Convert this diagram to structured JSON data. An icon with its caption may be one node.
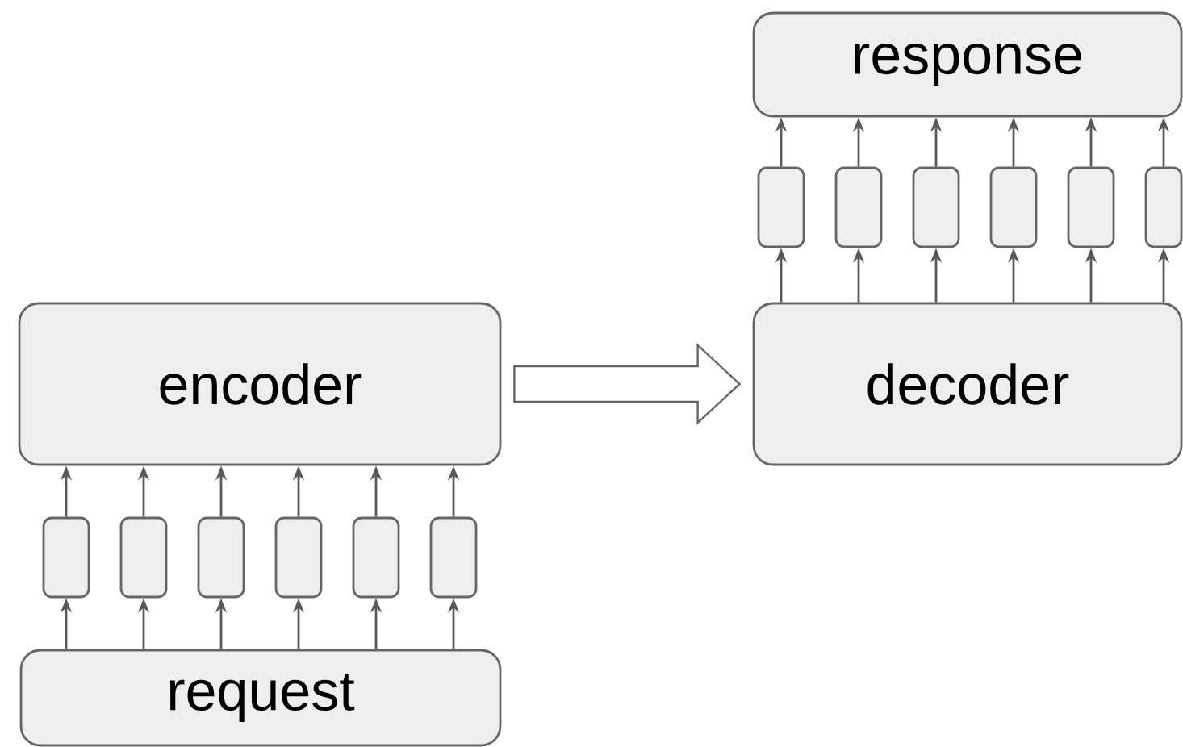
{
  "diagram": {
    "nodes": [
      {
        "text": [
          "response"
        ]
      },
      {
        "text": [],
        "shape": "box"
      },
      {
        "text": [],
        "shape": "box"
      },
      {
        "text": [],
        "shape": "box"
      },
      {
        "text": [],
        "shape": "box"
      },
      {
        "text": [],
        "shape": "box"
      },
      {
        "text": [],
        "shape": "box"
      },
      {
        "text": [
          "encoder"
        ]
      },
      {
        "text": [
          "decoder"
        ]
      },
      {
        "text": [],
        "shape": "box"
      },
      {
        "text": [],
        "shape": "box"
      },
      {
        "text": [],
        "shape": "box"
      },
      {
        "text": [],
        "shape": "box"
      },
      {
        "text": [],
        "shape": "box"
      },
      {
        "text": [],
        "shape": "box"
      },
      {
        "text": [
          "request"
        ]
      }
    ],
    "edges": [
      {
        "from": 8,
        "to": 1,
        "arrow": "to"
      },
      {
        "from": 8,
        "to": 2,
        "arrow": "to"
      },
      {
        "from": 8,
        "to": 3,
        "arrow": "to"
      },
      {
        "from": 8,
        "to": 4,
        "arrow": "to"
      },
      {
        "from": 8,
        "to": 5,
        "arrow": "to"
      },
      {
        "from": 8,
        "to": 6,
        "arrow": "to"
      },
      {
        "from": 1,
        "to": 0,
        "arrow": "to"
      },
      {
        "from": 2,
        "to": 0,
        "arrow": "to"
      },
      {
        "from": 3,
        "to": 0,
        "arrow": "to"
      },
      {
        "from": 4,
        "to": 0,
        "arrow": "to"
      },
      {
        "from": 5,
        "to": 0,
        "arrow": "to"
      },
      {
        "from": 6,
        "to": 0,
        "arrow": "to"
      },
      {
        "from": 15,
        "to": 9,
        "arrow": "to"
      },
      {
        "from": 15,
        "to": 10,
        "arrow": "to"
      },
      {
        "from": 15,
        "to": 11,
        "arrow": "to"
      },
      {
        "from": 15,
        "to": 12,
        "arrow": "to"
      },
      {
        "from": 15,
        "to": 13,
        "arrow": "to"
      },
      {
        "from": 15,
        "to": 14,
        "arrow": "to"
      },
      {
        "from": 9,
        "to": 7,
        "arrow": "to"
      },
      {
        "from": 10,
        "to": 7,
        "arrow": "to"
      },
      {
        "from": 11,
        "to": 7,
        "arrow": "to"
      },
      {
        "from": 12,
        "to": 7,
        "arrow": "to"
      },
      {
        "from": 13,
        "to": 7,
        "arrow": "to"
      },
      {
        "from": 14,
        "to": 7,
        "arrow": "to"
      },
      {
        "from": 7,
        "to": 8,
        "arrow": "to",
        "style": "thick"
      }
    ]
  }
}
